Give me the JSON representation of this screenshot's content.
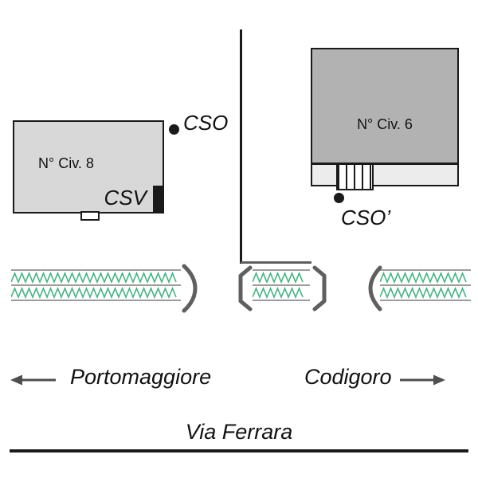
{
  "buildings": {
    "left": {
      "label": "N° Civ. 8"
    },
    "right": {
      "label": "N° Civ. 6"
    }
  },
  "markers": {
    "cso": "CSO",
    "csv": "CSV",
    "cso_prime": "CSO’"
  },
  "directions": {
    "left": "Portomaggiore",
    "right": "Codigoro"
  },
  "street_label": "Via Ferrara",
  "colors": {
    "ink": "#1a1a1a",
    "building_left_fill": "#d8d8d8",
    "building_right_fill": "#b2b2b2",
    "porch_fill": "#ececec",
    "hedge_green": "#45b381",
    "line_gray": "#9c9c9c",
    "bracket_gray": "#5f5f5f",
    "arrow_gray": "#4f4f4f"
  }
}
